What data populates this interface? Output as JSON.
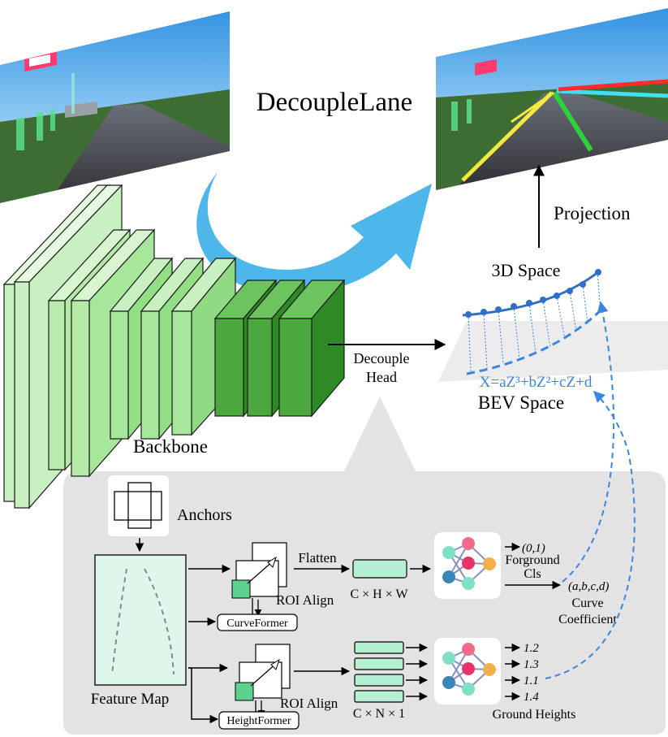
{
  "title": "DecoupleLane",
  "labels": {
    "projection": "Projection",
    "space_3d": "3D Space",
    "bev_space": "BEV Space",
    "equation": "X=aZ³+bZ²+cZ+d",
    "decouple_head_line1": "Decouple",
    "decouple_head_line2": "Head",
    "backbone": "Backbone",
    "anchors": "Anchors",
    "feature_map": "Feature Map",
    "roi_align_top": "ROI Align",
    "roi_align_bottom": "ROI Align",
    "curveformer": "CurveFormer",
    "heightformer": "HeightFormer",
    "flatten": "Flatten",
    "chw": "C × H × W",
    "cn1": "C × N × 1",
    "out_cls_value": "(0,1)",
    "out_cls_line1": "Forground",
    "out_cls_line2": "Cls",
    "out_curve_value": "(a,b,c,d)",
    "out_curve_line1": "Curve",
    "out_curve_line2": "Coefficient",
    "heights": [
      "1.2",
      "1.3",
      "1.1",
      "1.4"
    ],
    "ground_heights": "Ground Heights"
  },
  "colors": {
    "arrow_blue": "#4db6ea",
    "curve_blue": "#2f6fc9",
    "dashed_blue": "#3a86e0",
    "panel_gray": "#e3e3e3",
    "light_green": "#c9f0c3",
    "mid_green": "#a7e79c",
    "dark_green": "#4aa83e",
    "feature_green": "#dff7ea",
    "lane_yellow": "#f2ea3d",
    "lane_green": "#2fd23a",
    "lane_cyan": "#42dff0",
    "lane_red": "#ff2a2a"
  },
  "icons": [
    "road-image-icon",
    "lane-result-image-icon",
    "neural-network-icon",
    "anchor-boxes-icon"
  ]
}
